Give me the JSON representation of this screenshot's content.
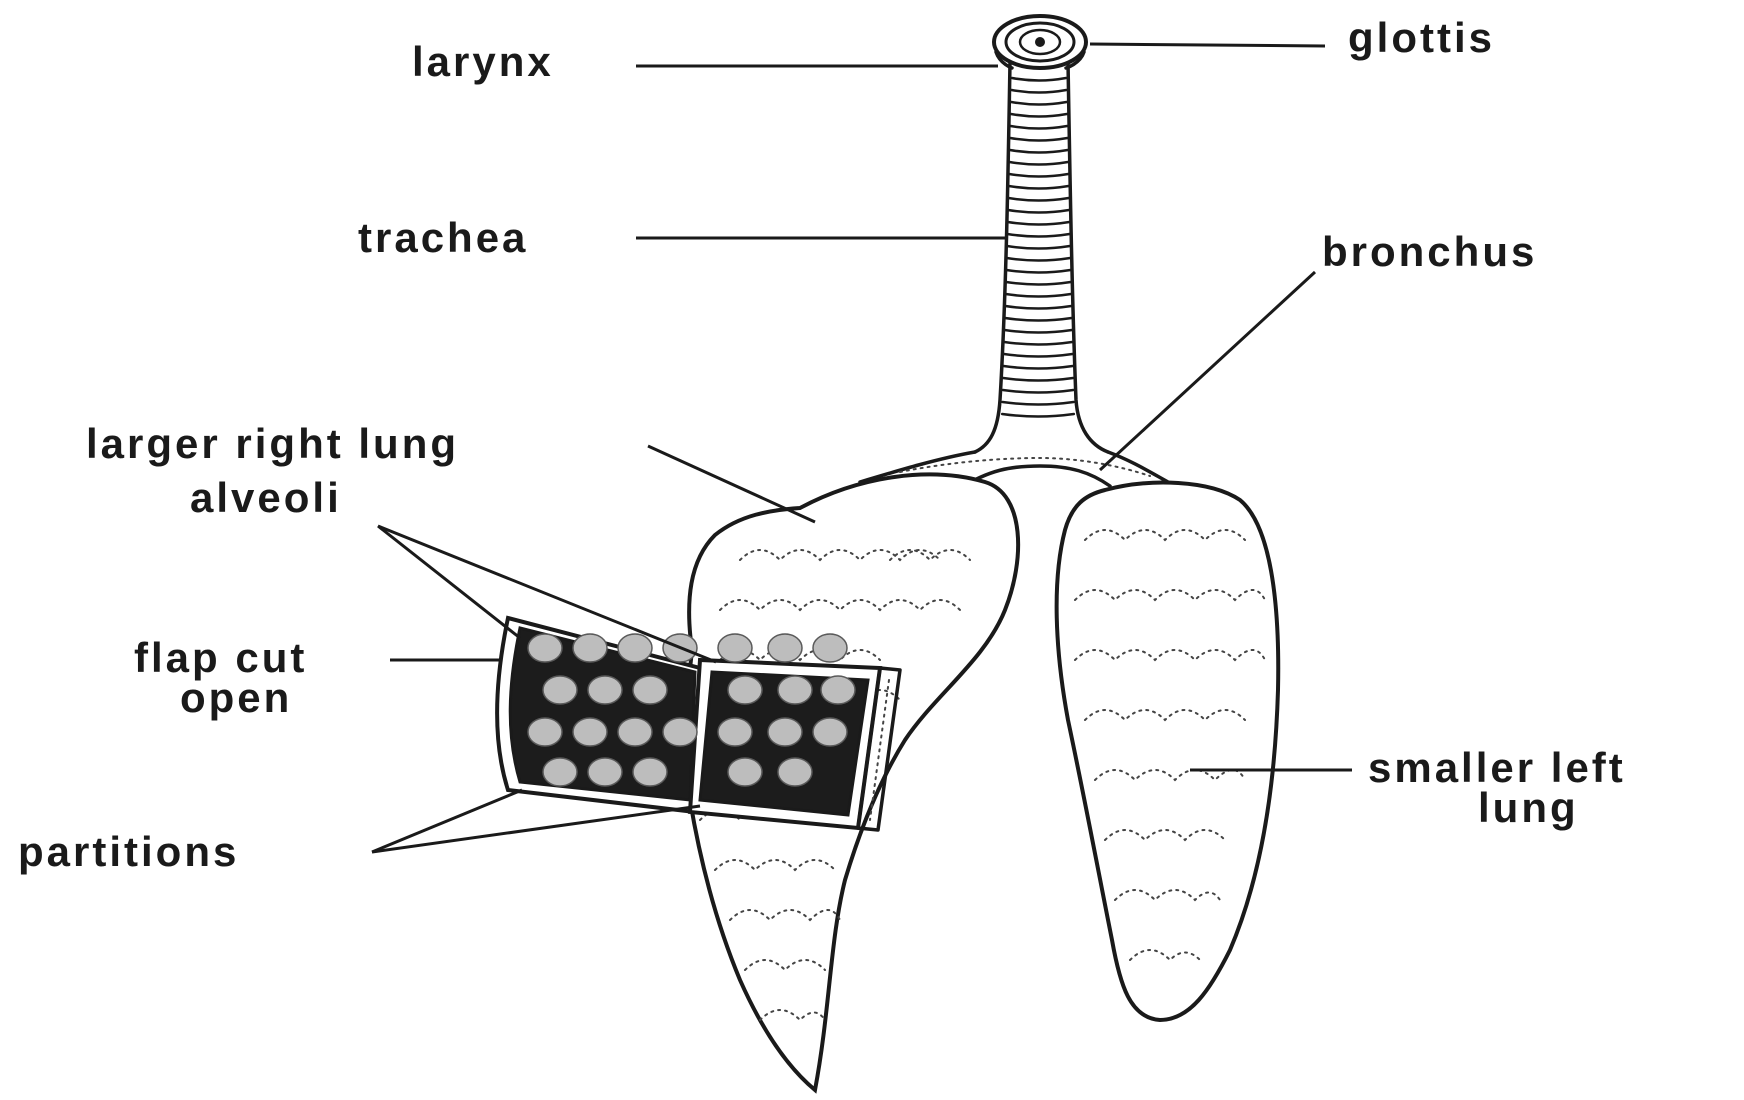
{
  "labels": {
    "larynx": "larynx",
    "glottis": "glottis",
    "trachea": "trachea",
    "bronchus": "bronchus",
    "larger_right_lung": "larger right lung",
    "alveoli": "alveoli",
    "flap_cut_open_line1": "flap cut",
    "flap_cut_open_line2": "open",
    "smaller_left_lung_line1": "smaller left",
    "smaller_left_lung_line2": "lung",
    "partitions": "partitions"
  },
  "colors": {
    "ink": "#1a1a1a",
    "background": "#ffffff"
  }
}
